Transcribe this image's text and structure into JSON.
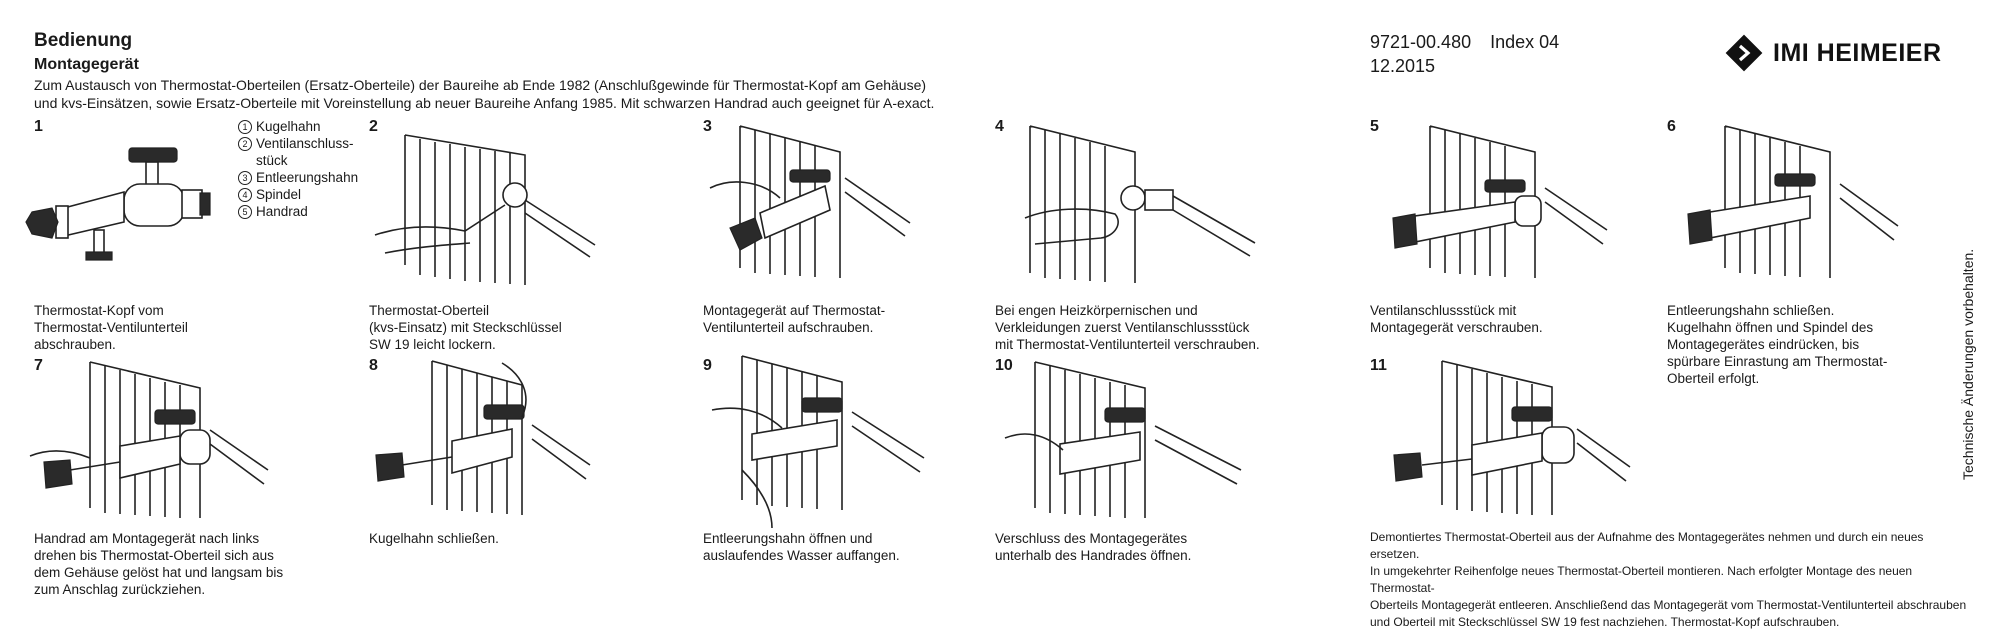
{
  "header": {
    "title": "Bedienung",
    "subtitle": "Montagegerät",
    "intro_line1": "Zum Austausch von Thermostat-Oberteilen (Ersatz-Oberteile) der Baureihe ab Ende 1982 (Anschlußgewinde für Thermostat-Kopf am Gehäuse)",
    "intro_line2": "und kvs-Einsätzen, sowie Ersatz-Oberteile mit Voreinstellung ab neuer Baureihe Anfang 1985. Mit schwarzen Handrad auch geeignet für A-exact.",
    "doc_number": "9721-00.480",
    "doc_index": "Index 04",
    "doc_date": "12.2015",
    "brand": "IMI HEIMEIER",
    "side_note": "Technische Änderungen vorbehalten."
  },
  "legend": [
    {
      "n": "1",
      "label": "Kugelhahn"
    },
    {
      "n": "2",
      "label": "Ventilanschluss-",
      "cont": "stück"
    },
    {
      "n": "3",
      "label": "Entleerungshahn"
    },
    {
      "n": "4",
      "label": "Spindel"
    },
    {
      "n": "5",
      "label": "Handrad"
    }
  ],
  "steps": {
    "s1": {
      "num": "1",
      "lines": [
        "Thermostat-Kopf vom",
        "Thermostat-Ventilunterteil",
        "abschrauben."
      ]
    },
    "s2": {
      "num": "2",
      "lines": [
        "Thermostat-Oberteil",
        "(kvs-Einsatz) mit Steckschlüssel",
        "SW 19 leicht lockern."
      ]
    },
    "s3": {
      "num": "3",
      "lines": [
        "Montagegerät auf Thermostat-",
        "Ventilunterteil aufschrauben."
      ]
    },
    "s4": {
      "num": "4",
      "lines": [
        "Bei engen Heizkörpernischen und",
        "Verkleidungen zuerst Ventilanschlussstück",
        "mit Thermostat-Ventilunterteil verschrauben."
      ]
    },
    "s5": {
      "num": "5",
      "lines": [
        "Ventilanschlussstück mit",
        "Montagegerät verschrauben."
      ]
    },
    "s6": {
      "num": "6",
      "lines": [
        "Entleerungshahn schließen.",
        "Kugelhahn öffnen und Spindel des",
        "Montagegerätes eindrücken, bis",
        "spürbare Einrastung am Thermostat-",
        "Oberteil erfolgt."
      ]
    },
    "s7": {
      "num": "7",
      "lines": [
        "Handrad am Montagegerät nach links",
        "drehen bis Thermostat-Oberteil sich aus",
        "dem Gehäuse gelöst hat und langsam bis",
        "zum Anschlag zurückziehen."
      ]
    },
    "s8": {
      "num": "8",
      "lines": [
        "Kugelhahn schließen."
      ]
    },
    "s9": {
      "num": "9",
      "lines": [
        "Entleerungshahn öffnen und",
        "auslaufendes Wasser auffangen."
      ]
    },
    "s10": {
      "num": "10",
      "lines": [
        "Verschluss des Montagegerätes",
        "unterhalb des Handrades öffnen."
      ]
    },
    "s11": {
      "num": "11",
      "lines": [
        "Demontiertes Thermostat-Oberteil aus der Aufnahme des Montagegerätes nehmen und durch ein neues ersetzen.",
        "In umgekehrter Reihenfolge neues Thermostat-Oberteil montieren. Nach erfolgter Montage des neuen Thermostat-",
        "Oberteils Montagegerät entleeren. Anschließend das Montagegerät vom Thermostat-Ventilunterteil abschrauben",
        "und Oberteil mit Steckschlüssel SW 19 fest nachziehen. Thermostat-Kopf aufschrauben."
      ]
    }
  }
}
